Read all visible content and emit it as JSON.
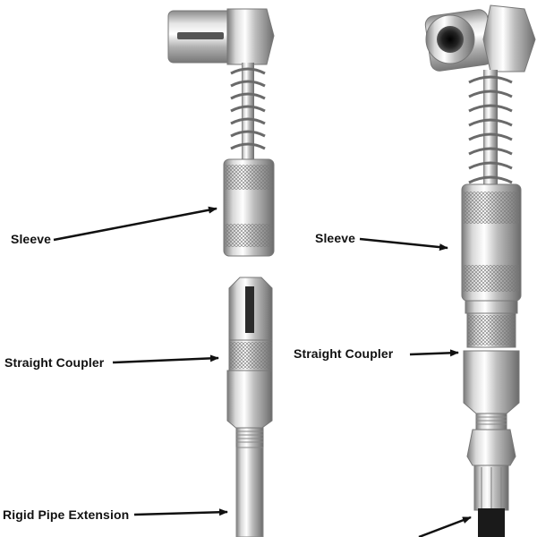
{
  "labels": {
    "left_sleeve": "Sleeve",
    "left_coupler": "Straight Coupler",
    "left_pipe": "Rigid Pipe Extension",
    "right_sleeve": "Sleeve",
    "right_coupler": "Straight Coupler"
  },
  "colors": {
    "metal_light": "#f2f2f2",
    "metal_mid": "#b8b8b8",
    "metal_dark": "#6e6e6e",
    "hose": "#1a1a1a",
    "arrow": "#111111"
  }
}
